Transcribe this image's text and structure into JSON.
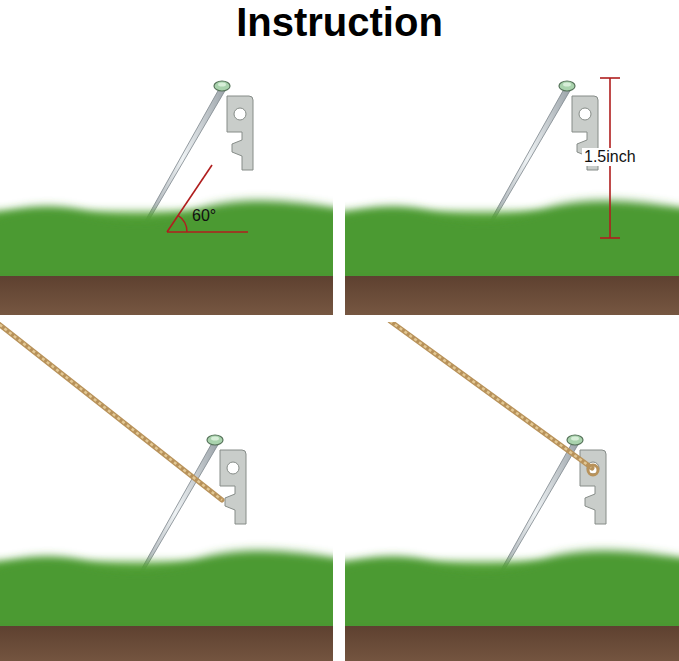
{
  "diagram": {
    "title": "Instruction",
    "labels": [
      "60°",
      "1.5inch"
    ]
  }
}
